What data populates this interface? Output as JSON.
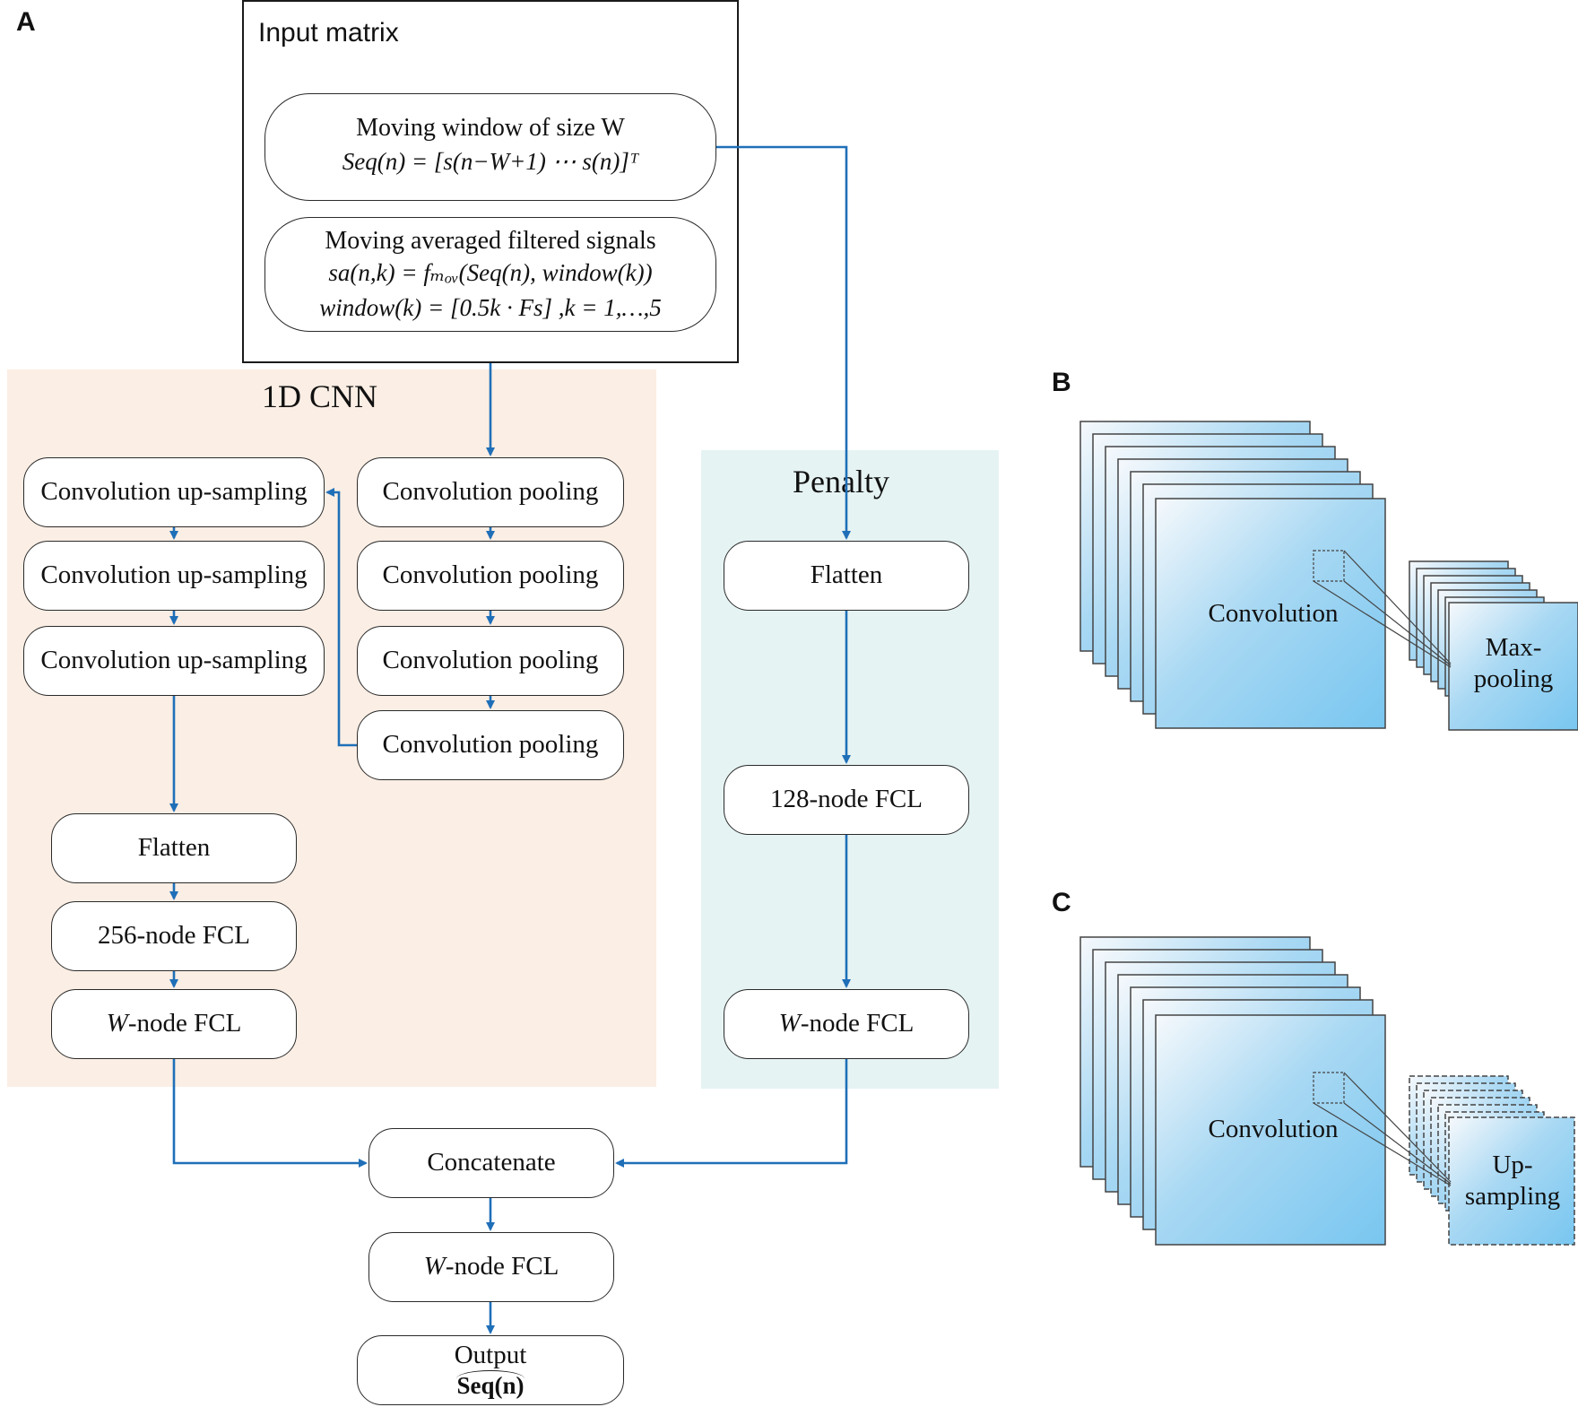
{
  "panels": {
    "a": "A",
    "b": "B",
    "c": "C"
  },
  "input": {
    "title": "Input matrix",
    "window_line1": "Moving window of size W",
    "window_formula": "Seq(n) = [s(n−W+1)   ⋯   s(n)]ᵀ",
    "avg_line1": "Moving averaged filtered signals",
    "avg_formula1": "sa(n,k) = fₘₒᵥ(Seq(n), window(k))",
    "avg_formula2": "window(k) = [0.5k · Fs] ,k = 1,…,5"
  },
  "cnn": {
    "title": "1D CNN",
    "pool": [
      "Convolution pooling",
      "Convolution pooling",
      "Convolution pooling",
      "Convolution pooling"
    ],
    "up": [
      "Convolution up-sampling",
      "Convolution up-sampling",
      "Convolution up-sampling"
    ],
    "flatten": "Flatten",
    "fcl256": "256-node FCL",
    "wfcl_var": "W",
    "wfcl_rest": "-node FCL"
  },
  "penalty": {
    "title": "Penalty",
    "flatten": "Flatten",
    "fcl128": "128-node FCL",
    "wfcl_var": "W",
    "wfcl_rest": "-node FCL"
  },
  "merge": {
    "concat": "Concatenate",
    "wfcl_var": "W",
    "wfcl_rest": "-node FCL",
    "output": "Output",
    "output_formula": "Seq(n)"
  },
  "b": {
    "conv": "Convolution",
    "pool": "Max-\npooling"
  },
  "c": {
    "conv": "Convolution",
    "up": "Up-\nsampling"
  },
  "colors": {
    "arrow": "#1f6fb8",
    "cnn_bg": "#fbeee4",
    "penalty_bg": "#e6f3f3"
  }
}
